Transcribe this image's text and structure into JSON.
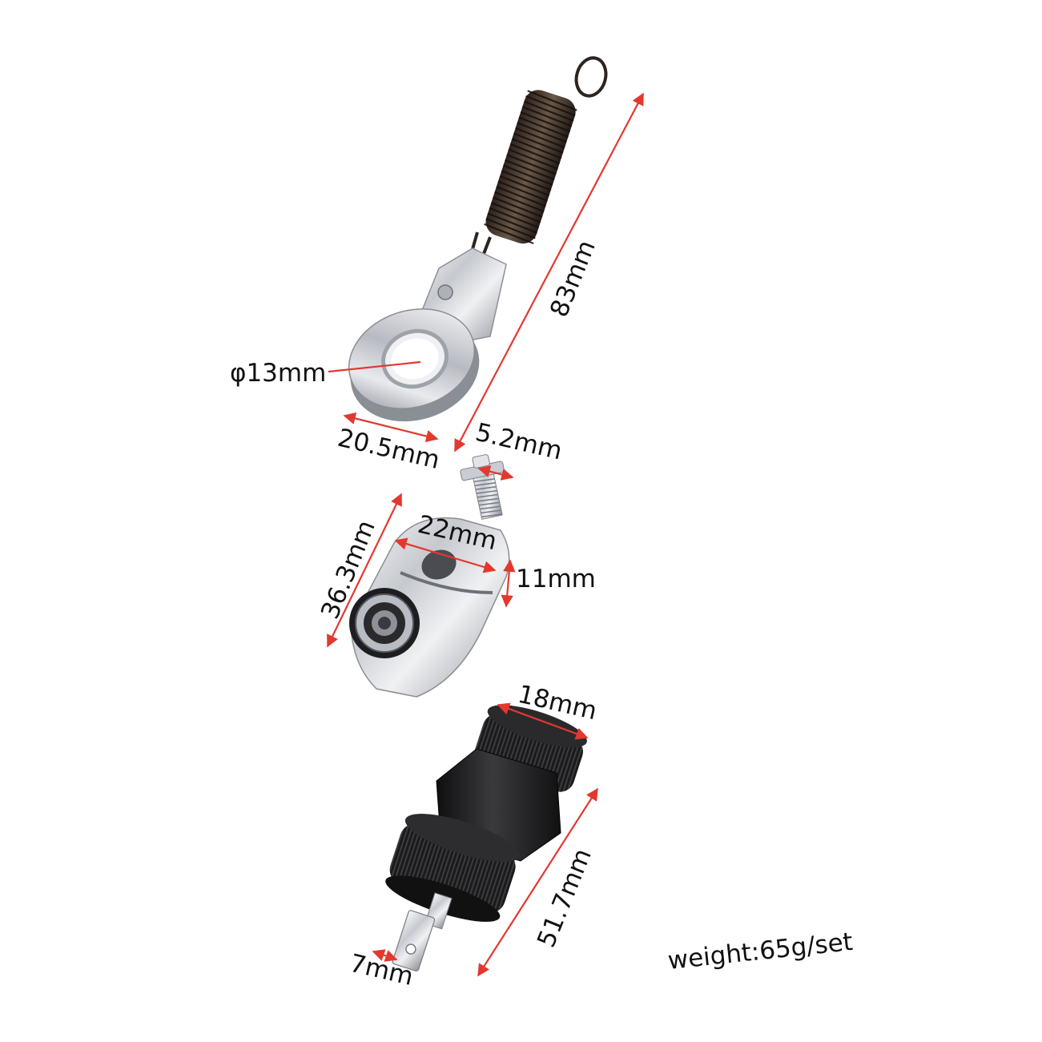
{
  "labels": {
    "length_83": "83mm",
    "ring_diameter": "φ13mm",
    "ring_width": "20.5mm",
    "bolt_size": "5.2mm",
    "body_width": "22mm",
    "body_length": "36.3mm",
    "body_thickness": "11mm",
    "knob_diameter": "18mm",
    "adapter_length": "51.7mm",
    "tab_width": "7mm",
    "weight": "weight:65g/set"
  },
  "colors": {
    "dimension_line": "#e3382f",
    "chrome": "#d9dbe0",
    "spring": "#3a2f28",
    "black_part": "#1c1c1e",
    "text": "#111111"
  }
}
